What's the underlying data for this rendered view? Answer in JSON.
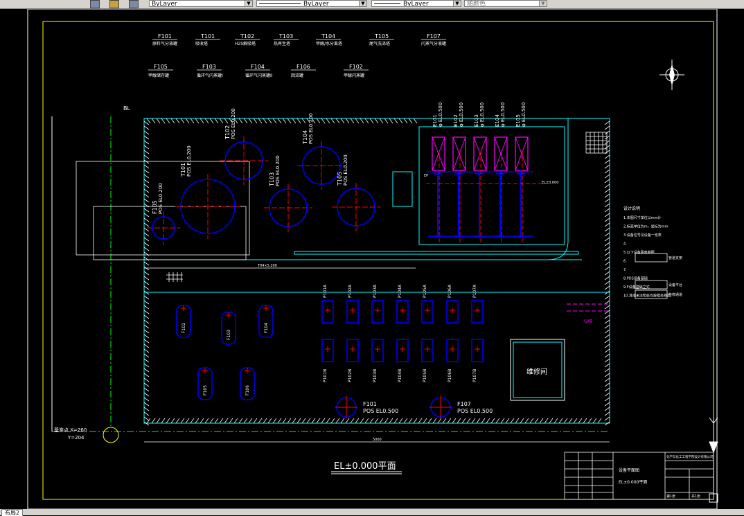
{
  "toolbar": {
    "layer_combo": "ByLayer",
    "linetype_combo": "ByLayer",
    "lineweight_combo": "ByLayer",
    "color_combo": "随颜色"
  },
  "drawing": {
    "legend_top": [
      {
        "code": "F101",
        "desc": "原料气分液罐"
      },
      {
        "code": "T101",
        "desc": "吸收塔"
      },
      {
        "code": "T102",
        "desc": "H2S解吸塔"
      },
      {
        "code": "T103",
        "desc": "热再生塔"
      },
      {
        "code": "T104",
        "desc": "甲醇/水分离塔"
      },
      {
        "code": "T105",
        "desc": "尾气洗涤塔"
      },
      {
        "code": "F107",
        "desc": "闪蒸气分液罐"
      }
    ],
    "legend_bottom": [
      {
        "code": "F105",
        "desc": "甲醇储存罐"
      },
      {
        "code": "F103",
        "desc": "循环气闪蒸罐I"
      },
      {
        "code": "F104",
        "desc": "循环气闪蒸罐II"
      },
      {
        "code": "F106",
        "desc": "回流罐"
      },
      {
        "code": "F102",
        "desc": "甲醇闪蒸罐"
      }
    ],
    "bl_label": "BL",
    "towers": [
      {
        "tag": "T101",
        "pos": "POS EL0.200"
      },
      {
        "tag": "T102",
        "pos": "POS EL0.200"
      },
      {
        "tag": "T103",
        "pos": "POS EL0.200"
      },
      {
        "tag": "T104",
        "pos": "POS EL0.200"
      },
      {
        "tag": "T105",
        "pos": "POS EL0.200"
      },
      {
        "tag": "F105",
        "pos": "POS EL0.200"
      }
    ],
    "exchanger_tags": [
      "E101",
      "E102",
      "E103",
      "E104",
      "E105"
    ],
    "exchanger_pos": "φ EL0.500",
    "el_label": "EL±0.000",
    "pump_tags": [
      "P101A",
      "P102A",
      "P103A",
      "P104A",
      "P105A",
      "P106A",
      "P107A"
    ],
    "pump_tags_b": [
      "P101B",
      "P102B",
      "P103B",
      "P104B",
      "P105B",
      "P106B",
      "P107B"
    ],
    "drum_tags": [
      "F102",
      "F103",
      "F104",
      "F105",
      "F106"
    ],
    "f101_tag": "F101",
    "f101_pos": "POS EL0.500",
    "f107_tag": "F107",
    "f107_pos": "POS EL0.500",
    "maintenance": "维修间",
    "coord_x": "基准点 X=260",
    "coord_y": "Y=204",
    "line_label": "U/6",
    "dim_total": "5000",
    "dim_t04": "T04×5.200",
    "plan_title": "EL±0.000平面",
    "notes_title": "设计说明",
    "notes": [
      "1.本图尺寸单位以mm计",
      "2.标高单位为m，坐标为mm",
      "3.设备位号见设备一览表",
      "4.",
      "5.以下设备距离参照",
      "6.",
      "7.",
      "8.PDS设备基础",
      "9.F设备基础立式",
      "10.其他未注明处均按相关规范"
    ],
    "notes_legends": [
      "管道支架",
      "设备平台",
      "检修通道"
    ],
    "title_block": {
      "company": "化学与化工工程学院设计有限公司",
      "drawing_title": "设备平面图",
      "drawing_sub": "EL±0.000平面",
      "sheet": "第1张",
      "total": "共1张"
    }
  },
  "status": {
    "tab": "布局2"
  }
}
